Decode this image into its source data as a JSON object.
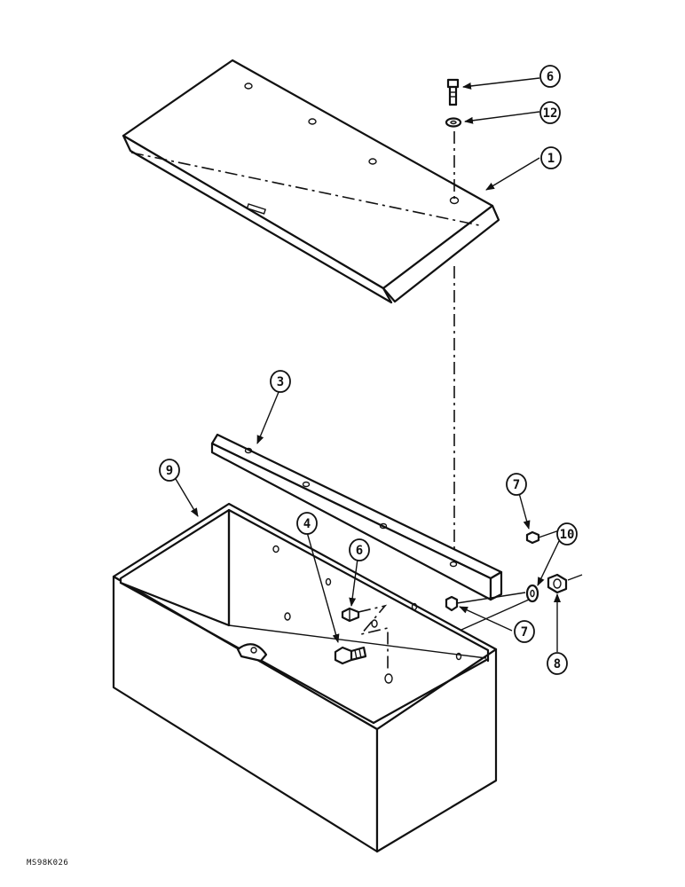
{
  "figure_id": "MS98K026",
  "callouts": [
    {
      "id": "c6a",
      "label": "6"
    },
    {
      "id": "c12",
      "label": "12"
    },
    {
      "id": "c1",
      "label": "1"
    },
    {
      "id": "c3",
      "label": "3"
    },
    {
      "id": "c9",
      "label": "9"
    },
    {
      "id": "c7a",
      "label": "7"
    },
    {
      "id": "c10",
      "label": "10"
    },
    {
      "id": "c4",
      "label": "4"
    },
    {
      "id": "c6b",
      "label": "6"
    },
    {
      "id": "c7b",
      "label": "7"
    },
    {
      "id": "c8",
      "label": "8"
    }
  ]
}
